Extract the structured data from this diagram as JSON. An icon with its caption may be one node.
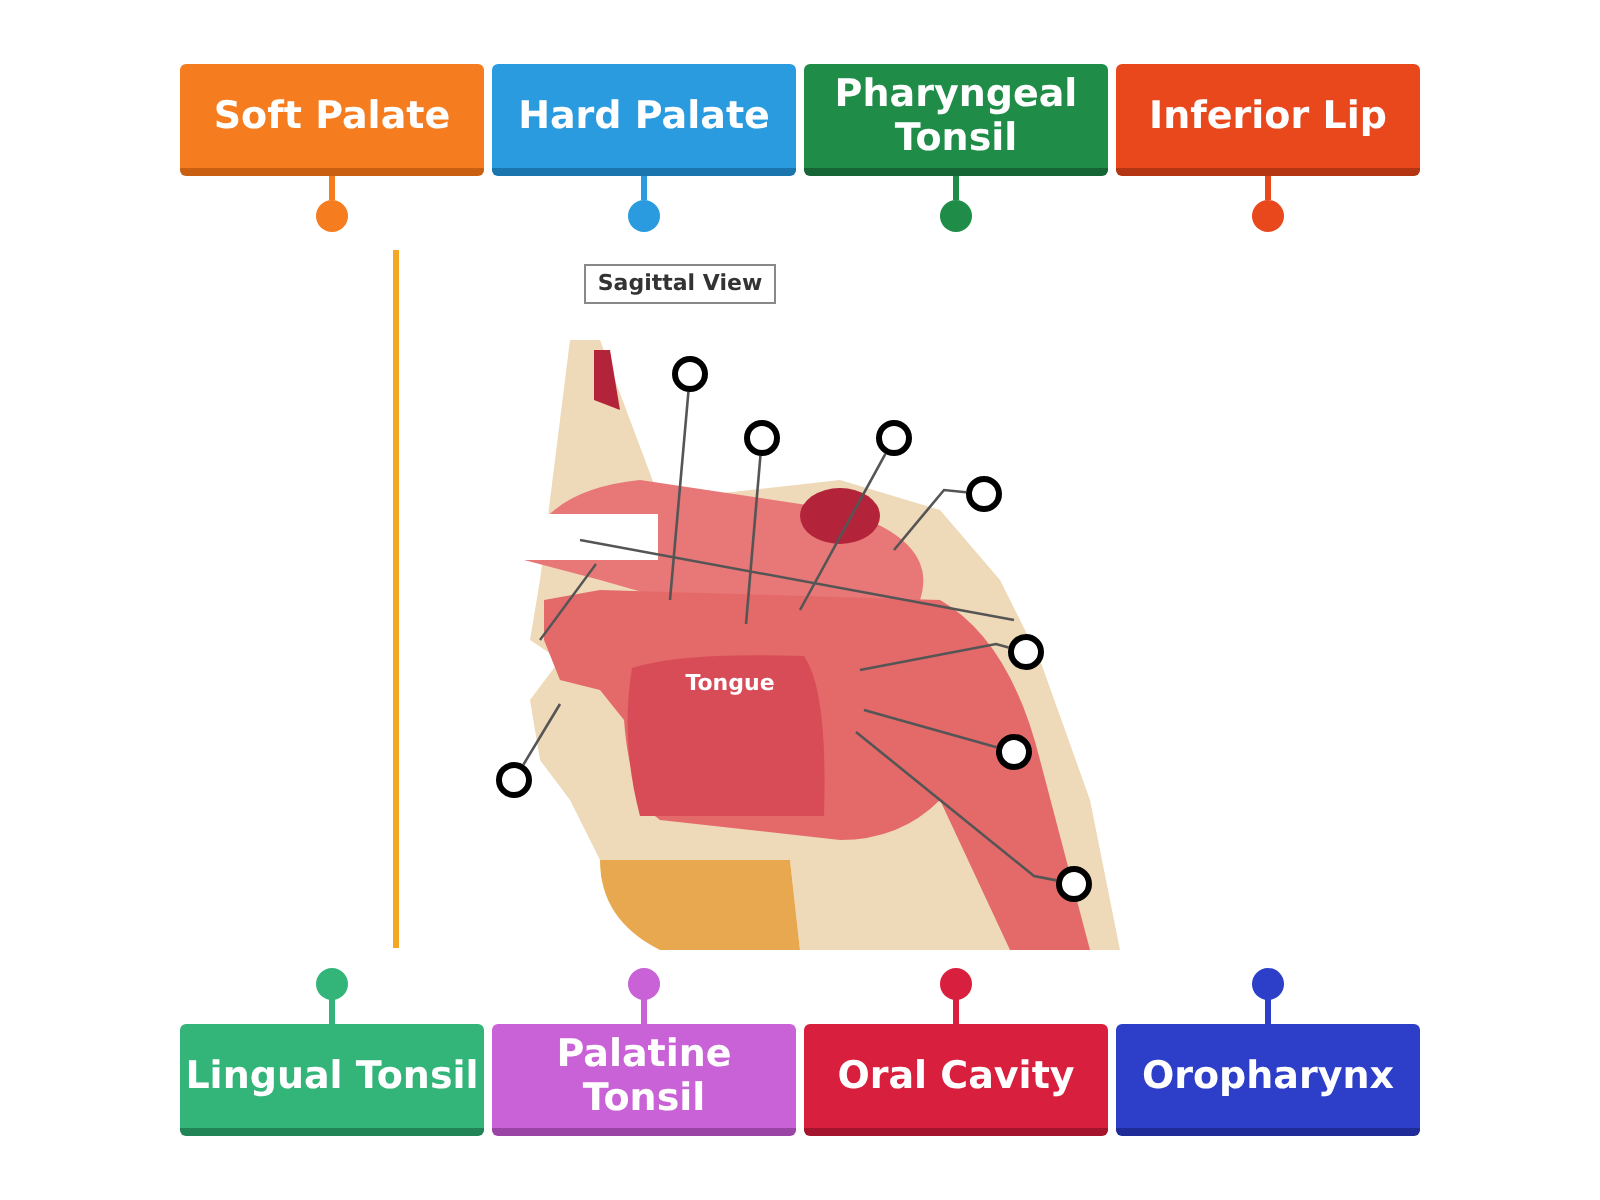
{
  "diagram": {
    "nodes": [
      {
        "text": [
          "Soft Palate"
        ]
      },
      {
        "text": [
          "Hard Palate"
        ]
      },
      {
        "text": [
          "Pharyngeal Tonsil"
        ]
      },
      {
        "text": [
          "Inferior Lip"
        ]
      },
      {
        "text": [
          "Lingual Tonsil"
        ]
      },
      {
        "text": [
          "Palatine Tonsil"
        ]
      },
      {
        "text": [
          "Oral Cavity"
        ]
      },
      {
        "text": [
          "Oropharynx"
        ]
      },
      {
        "text": [],
        "shape": "circle"
      },
      {
        "text": [],
        "shape": "circle"
      },
      {
        "text": [],
        "shape": "circle"
      },
      {
        "text": [],
        "shape": "circle"
      },
      {
        "text": [],
        "shape": "circle"
      },
      {
        "text": [],
        "shape": "circle"
      },
      {
        "text": [],
        "shape": "circle"
      },
      {
        "text": [],
        "shape": "circle"
      }
    ],
    "edges": [
      {
        "from": 8,
        "to": null,
        "arrow": "none"
      },
      {
        "from": 9,
        "to": null,
        "arrow": "none"
      },
      {
        "from": 10,
        "to": null,
        "arrow": "none"
      },
      {
        "from": 11,
        "to": null,
        "arrow": "none"
      },
      {
        "from": 12,
        "to": null,
        "arrow": "none"
      },
      {
        "from": 13,
        "to": null,
        "arrow": "none"
      },
      {
        "from": 14,
        "to": null,
        "arrow": "none"
      },
      {
        "from": 15,
        "to": null,
        "arrow": "none"
      }
    ],
    "labels": [
      "Sagittal View",
      "Tongue"
    ]
  }
}
